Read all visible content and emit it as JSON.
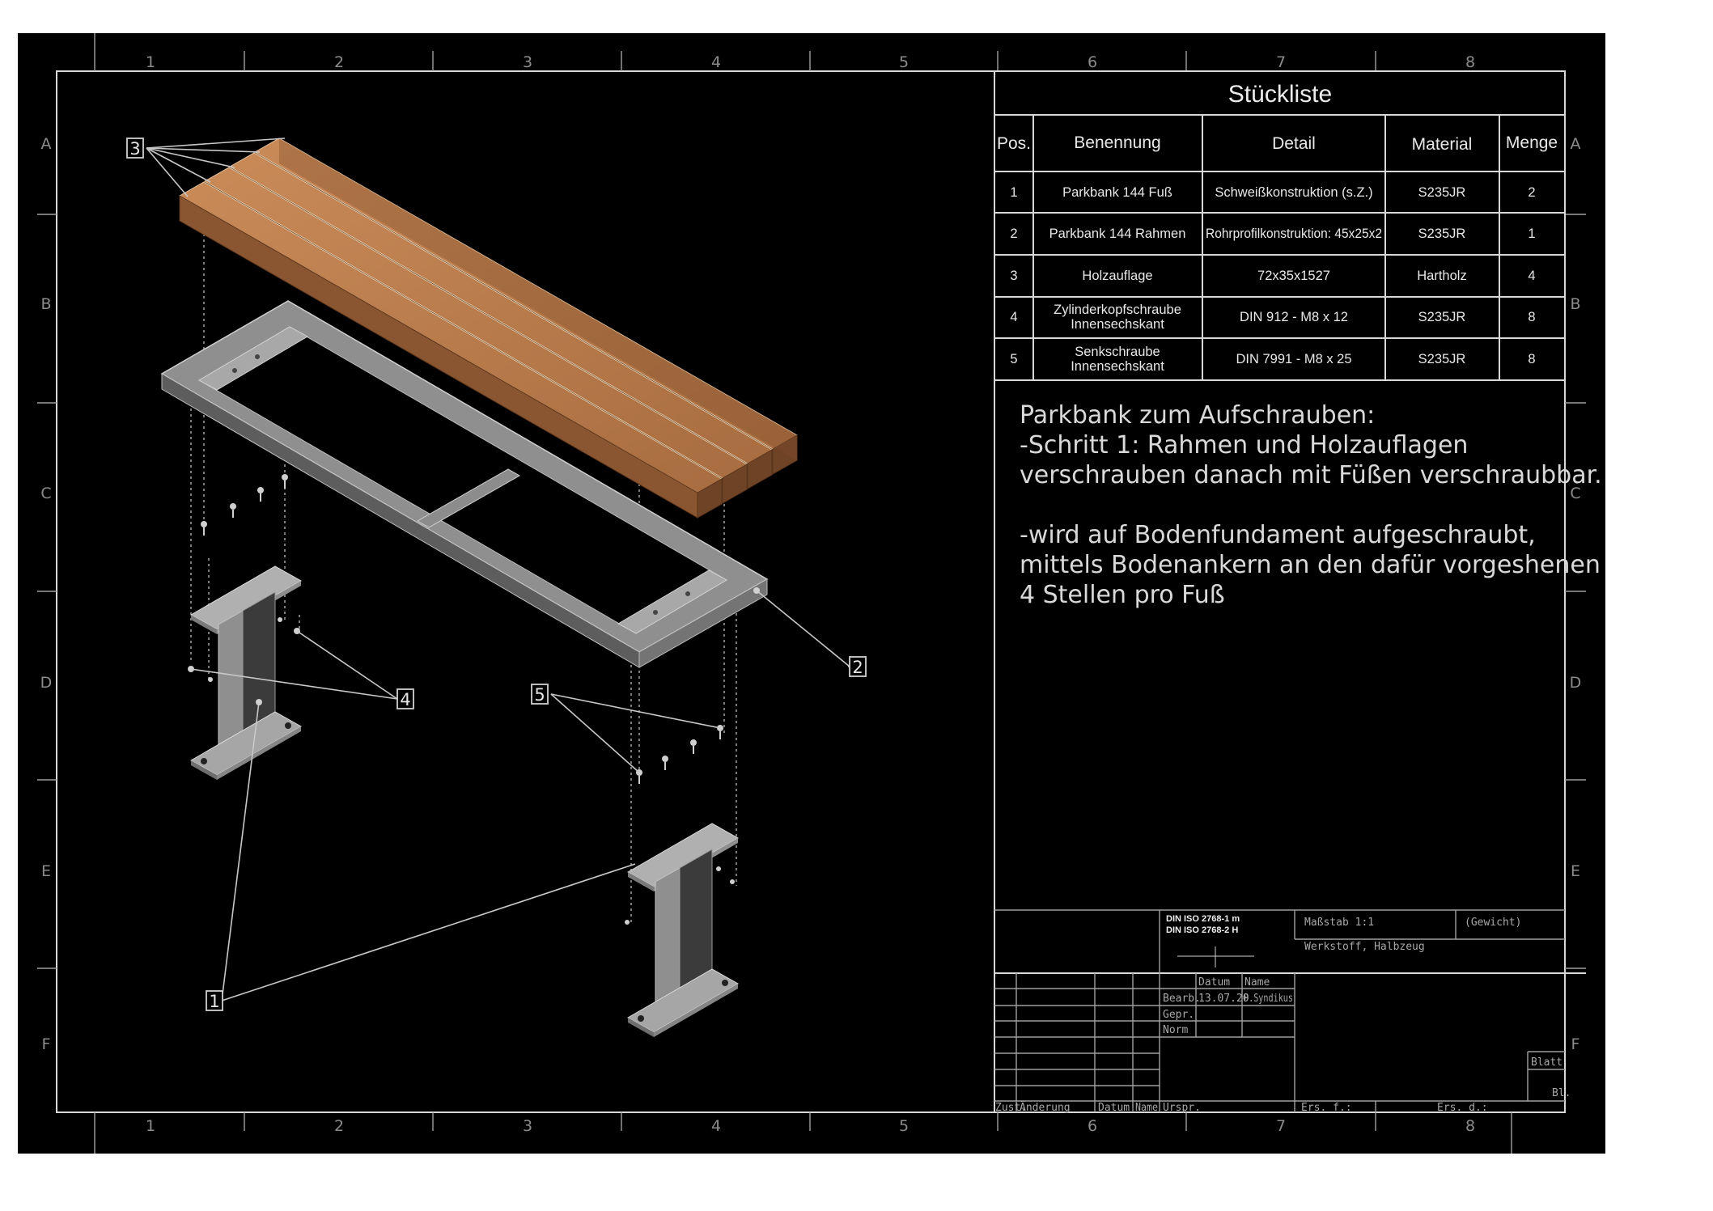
{
  "grid": {
    "columns": [
      "1",
      "2",
      "3",
      "4",
      "5",
      "6",
      "7",
      "8"
    ],
    "rows": [
      "A",
      "B",
      "C",
      "D",
      "E",
      "F"
    ]
  },
  "bom": {
    "title": "Stückliste",
    "headers": [
      "Pos.",
      "Benennung",
      "Detail",
      "Material",
      "Menge"
    ],
    "rows": [
      {
        "pos": "1",
        "name": "Parkbank 144 Fuß",
        "name2": "",
        "detail": "Schweißkonstruktion (s.Z.)",
        "material": "S235JR",
        "qty": "2"
      },
      {
        "pos": "2",
        "name": "Parkbank 144 Rahmen",
        "name2": "",
        "detail": "Rohrprofilkonstruktion: 45x25x2",
        "material": "S235JR",
        "qty": "1"
      },
      {
        "pos": "3",
        "name": "Holzauflage",
        "name2": "",
        "detail": "72x35x1527",
        "material": "Hartholz",
        "qty": "4"
      },
      {
        "pos": "4",
        "name": "Zylinderkopfschraube",
        "name2": "Innensechskant",
        "detail": "DIN 912 - M8 x 12",
        "material": "S235JR",
        "qty": "8"
      },
      {
        "pos": "5",
        "name": "Senkschraube",
        "name2": "Innensechskant",
        "detail": "DIN 7991 - M8 x 25",
        "material": "S235JR",
        "qty": "8"
      }
    ]
  },
  "note": {
    "lines": [
      "Parkbank zum Aufschrauben:",
      "-Schritt 1: Rahmen und Holzauflagen",
      "verschrauben danach mit Füßen verschraubbar.",
      "",
      "-wird auf Bodenfundament aufgeschraubt,",
      "mittels Bodenankern an den dafür vorgeshenen",
      "4 Stellen pro Fuß"
    ]
  },
  "callouts": [
    "1",
    "2",
    "3",
    "4",
    "5"
  ],
  "titleblock": {
    "din1": "DIN ISO 2768-1 m",
    "din2": "DIN ISO 2768-2 H",
    "massstab": "Maßstab  1:1",
    "gewicht": "(Gewicht)",
    "werkstoff": "Werkstoff, Halbzeug",
    "datum": "Datum",
    "name": "Name",
    "bearb": "Bearb.",
    "bearb_date": "13.07.20",
    "bearb_name": "P.Syndikus",
    "gepr": "Gepr.",
    "norm": "Norm",
    "blatt": "Blatt",
    "bl": "Bl.",
    "zust": "Zust.",
    "aenderung": "Änderung",
    "datum2": "Datum",
    "name2": "Name",
    "urspr": "Urspr.",
    "ers_f": "Ers. f.:",
    "ers_d": "Ers. d.:"
  },
  "colors": {
    "background": "#000000",
    "wood": "#b87a4b",
    "wood_dark": "#7c4f2d",
    "steel": "#9a9a9a",
    "steel_dark": "#4a4a4a"
  }
}
